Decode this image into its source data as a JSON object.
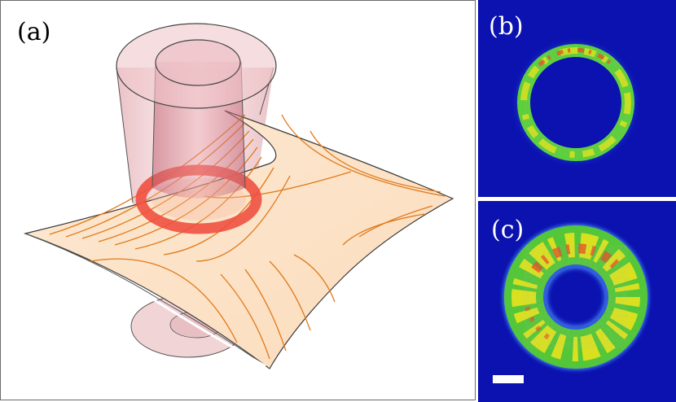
{
  "panels": {
    "a": {
      "label": "(a)"
    },
    "b": {
      "label": "(b)"
    },
    "c": {
      "label": "(c)"
    }
  },
  "colors": {
    "sheet_fill": "#fde4c8",
    "contour_line": "#e07a1a",
    "beam_tint": "#e8a8ae",
    "ring_on_sheet": "#ef5040",
    "image_background": "#0b12b0",
    "scale_bar": "#ffffff"
  },
  "icons": {
    "scale_bar": "scale-bar"
  }
}
